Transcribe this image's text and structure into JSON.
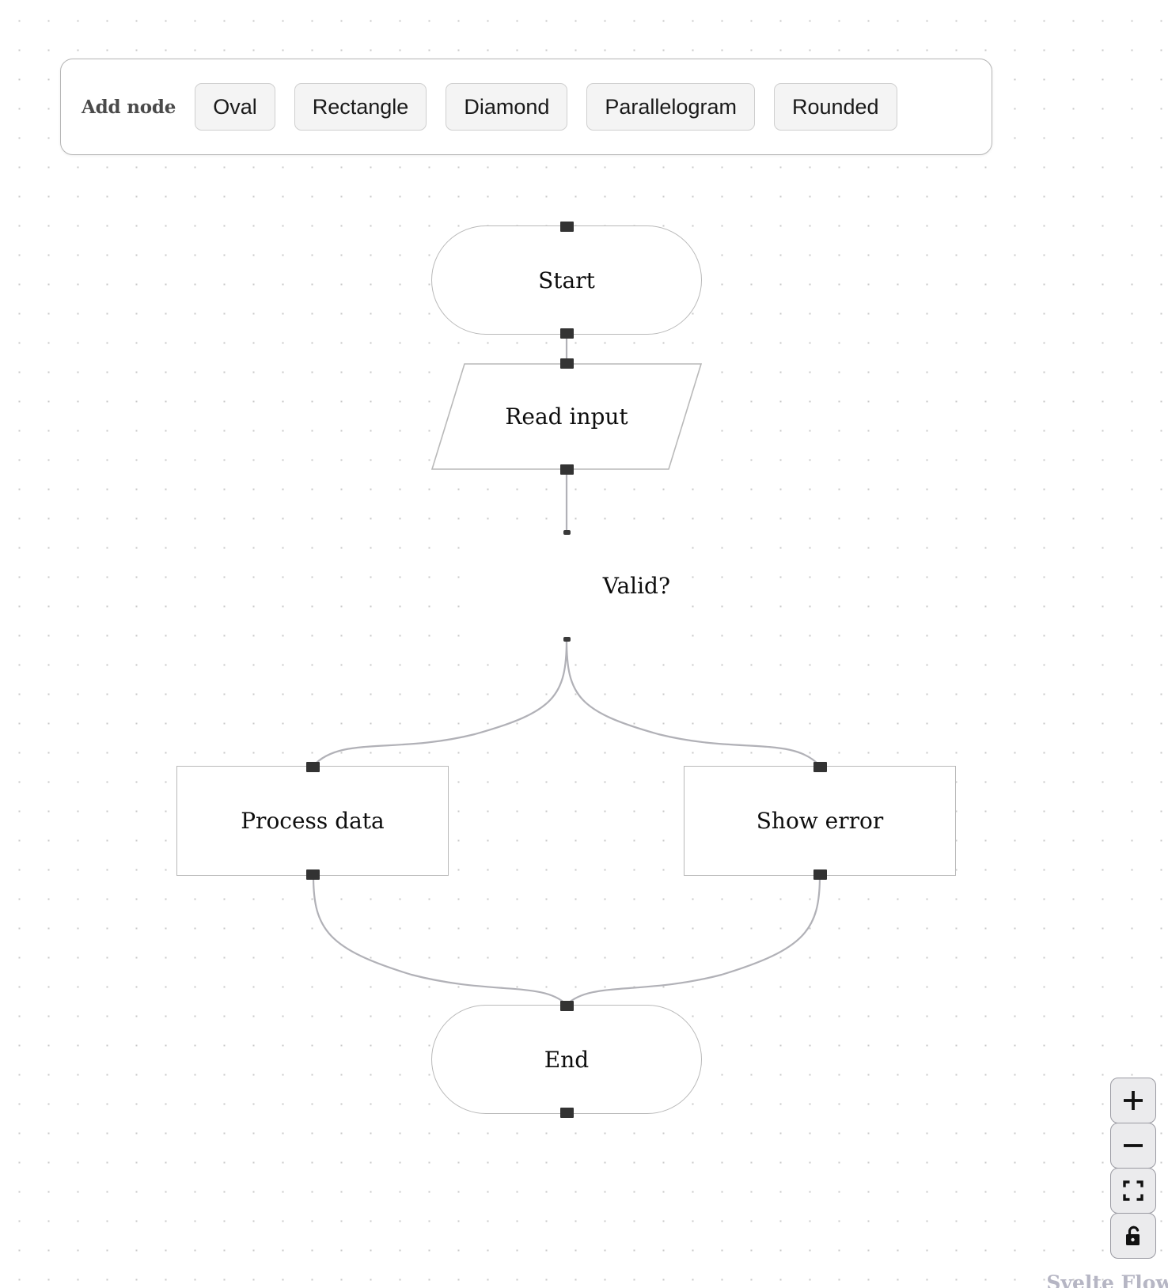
{
  "toolbar": {
    "label": "Add node",
    "buttons": [
      {
        "id": "oval",
        "label": "Oval"
      },
      {
        "id": "rectangle",
        "label": "Rectangle"
      },
      {
        "id": "diamond",
        "label": "Diamond"
      },
      {
        "id": "parallelogram",
        "label": "Parallelogram"
      },
      {
        "id": "rounded",
        "label": "Rounded"
      }
    ]
  },
  "flow": {
    "nodes": [
      {
        "id": "start",
        "label": "Start",
        "shape": "oval"
      },
      {
        "id": "read",
        "label": "Read input",
        "shape": "parallelogram"
      },
      {
        "id": "valid",
        "label": "Valid?",
        "shape": "diamond"
      },
      {
        "id": "process",
        "label": "Process data",
        "shape": "rectangle"
      },
      {
        "id": "error",
        "label": "Show error",
        "shape": "rectangle"
      },
      {
        "id": "end",
        "label": "End",
        "shape": "oval"
      }
    ],
    "edges": [
      {
        "from": "start",
        "to": "read"
      },
      {
        "from": "read",
        "to": "valid"
      },
      {
        "from": "valid",
        "to": "process"
      },
      {
        "from": "valid",
        "to": "error"
      },
      {
        "from": "process",
        "to": "end"
      },
      {
        "from": "error",
        "to": "end"
      }
    ],
    "edge_color": "#b1b1b7",
    "node_border_color": "#b9b9b9",
    "handle_color": "#333333"
  },
  "controls": {
    "zoom_in": "zoom-in",
    "zoom_out": "zoom-out",
    "fit_view": "fit-view",
    "lock": "unlock"
  },
  "attribution": {
    "text": "Svelte Flow"
  }
}
